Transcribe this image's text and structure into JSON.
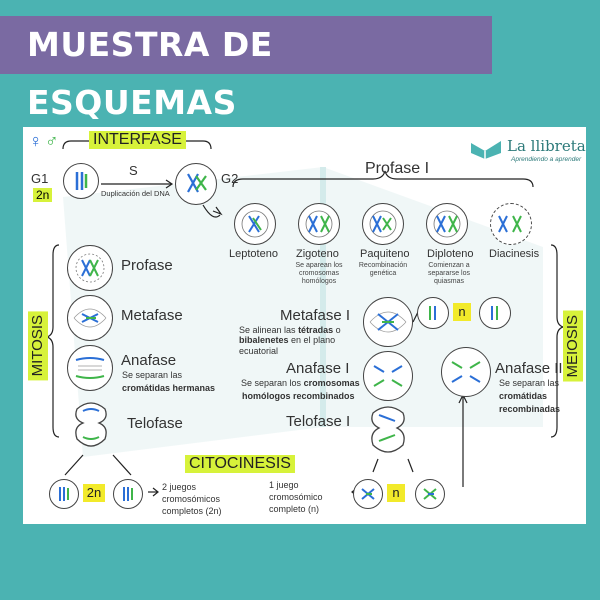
{
  "banner": {
    "title": "MUESTRA DE ESQUEMAS"
  },
  "brand": {
    "name": "La llibreta",
    "tagline": "Aprendiendo a aprender"
  },
  "icons": {
    "female": "♀",
    "male": "♂",
    "book": "book-icon"
  },
  "colors": {
    "accent_yellow": "#d7f23a",
    "chromosome_blue": "#2b6fd6",
    "chromosome_green": "#3fb54a",
    "banner_purple": "#7a6aa2",
    "background": "#4bb3b2"
  },
  "interfase": {
    "title": "INTERFASE",
    "g1": "G1",
    "g1_ploidy": "2n",
    "g2": "G2",
    "s": "S",
    "s_note": "Duplicación del DNA"
  },
  "profase1": {
    "title": "Profase I",
    "stages": [
      {
        "name": "Leptoteno",
        "note": ""
      },
      {
        "name": "Zigoteno",
        "note": "Se aparean los cromosomas homólogos"
      },
      {
        "name": "Paquiteno",
        "note": "Recombinación genética"
      },
      {
        "name": "Diploteno",
        "note": "Comienzan a separarse los quiasmas"
      },
      {
        "name": "Diacinesis",
        "note": ""
      }
    ]
  },
  "mitosis": {
    "label": "MITOSIS",
    "profase": "Profase",
    "metafase": "Metafase",
    "anafase": "Anafase",
    "anafase_note_1": "Se separan las",
    "anafase_note_2": "cromátidas hermanas",
    "telofase": "Telofase"
  },
  "meiosis": {
    "label": "MEIOSIS",
    "metafase1": "Metafase I",
    "metafase1_note_1": "Se alinean las",
    "metafase1_note_bold_1": "tétradas",
    "metafase1_note_2": "o",
    "metafase1_note_bold_2": "bibalenetes",
    "metafase1_note_3": "en el plano ecuatorial",
    "anafase1": "Anafase I",
    "anafase1_note_1": "Se separan los",
    "anafase1_note_bold_1": "cromosomas",
    "anafase1_note_bold_2": "homólogos recombinados",
    "telofase1": "Telofase I",
    "anafase2": "Anafase II",
    "anafase2_note_1": "Se separan las",
    "anafase2_note_bold_1": "cromátidas",
    "anafase2_note_bold_2": "recombinadas",
    "n_badge": "n"
  },
  "citocinesis": {
    "title": "CITOCINESIS",
    "mitosis_ploidy": "2n",
    "mitosis_result_1": "2 juegos",
    "mitosis_result_2": "cromosómicos",
    "mitosis_result_3": "completos (2n)",
    "meiosis_ploidy": "n",
    "meiosis_result_1": "1 juego",
    "meiosis_result_2": "cromosómico",
    "meiosis_result_3": "completo (n)"
  }
}
